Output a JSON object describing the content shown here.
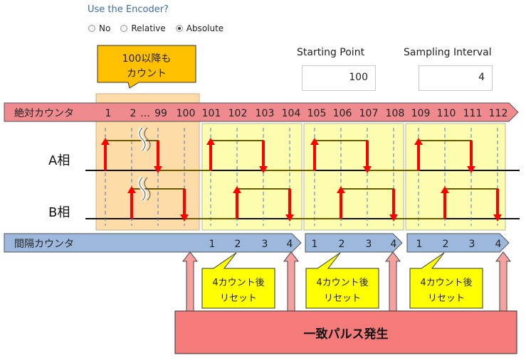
{
  "encoder": {
    "title": "Use the Encoder?",
    "options": [
      {
        "label": "No",
        "selected": false
      },
      {
        "label": "Relative",
        "selected": false
      },
      {
        "label": "Absolute",
        "selected": true
      }
    ]
  },
  "starting_point": {
    "label": "Starting Point",
    "value": "100"
  },
  "sampling_interval": {
    "label": "Sampling Interval",
    "value": "4"
  },
  "callout_top": {
    "line1": "100以降も",
    "line2": "カウント"
  },
  "absolute_counter": {
    "label": "絶対カウンタ",
    "ticks": [
      "1",
      "2",
      "…",
      "99",
      "100",
      "101",
      "102",
      "103",
      "104",
      "105",
      "106",
      "107",
      "108",
      "109",
      "110",
      "111",
      "112"
    ]
  },
  "phase_a_label": "A相",
  "phase_b_label": "B相",
  "interval_counter": {
    "label": "間隔カウンタ",
    "groups": [
      [
        "1",
        "2",
        "3",
        "4"
      ],
      [
        "1",
        "2",
        "3",
        "4"
      ],
      [
        "1",
        "2",
        "3",
        "4"
      ]
    ]
  },
  "reset_callouts": [
    {
      "line1": "4カウント後",
      "line2": "リセット"
    },
    {
      "line1": "4カウント後",
      "line2": "リセット"
    },
    {
      "line1": "4カウント後",
      "line2": "リセット"
    }
  ],
  "pulse_box": "一致パルス発生",
  "colors": {
    "abs_bar": "#ef8a8f",
    "interval_bar": "#9cb8dc",
    "highlight_orange": "#fddca8",
    "highlight_yellow": "#fdfdb0",
    "callout_orange": "#ffc000",
    "callout_yellow": "#ffff00",
    "edge_arrow": "#ff0000",
    "pulse_box": "#f57b7b",
    "waveform": "#6b5a00"
  }
}
